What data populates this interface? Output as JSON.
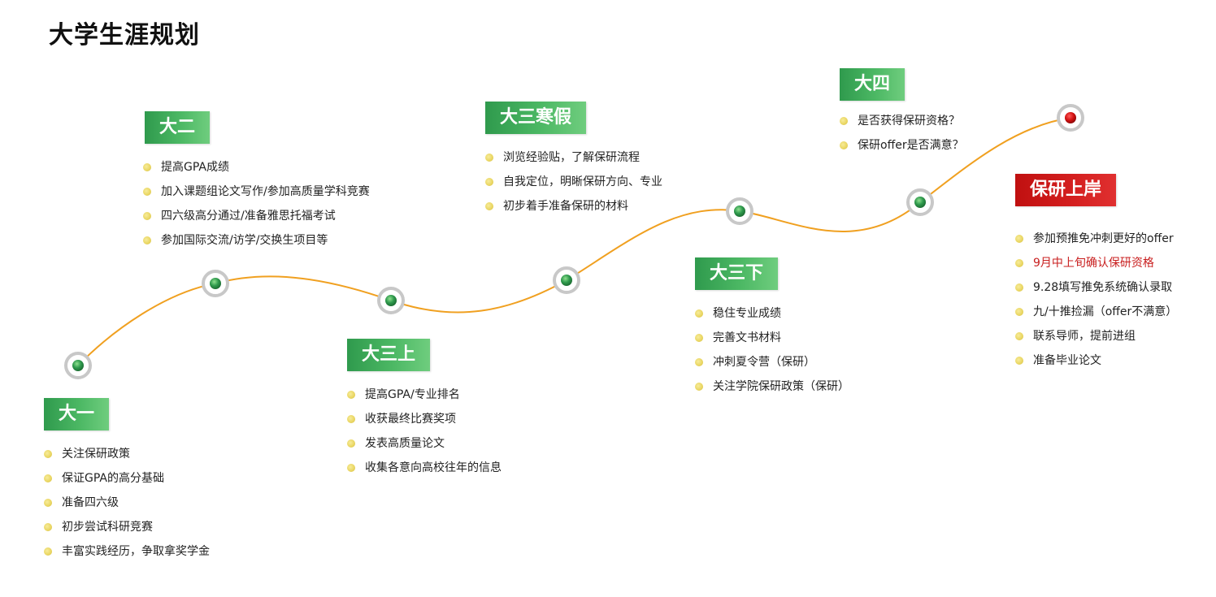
{
  "title": "大学生涯规划",
  "colors": {
    "curve": "#f0a020",
    "badge_green": "#3aa757",
    "badge_red": "#d01818",
    "node_green": "#2f9a4d",
    "node_red": "#d01010",
    "highlight_text": "#c81e1e"
  },
  "stages": [
    {
      "label": "大一",
      "items": [
        "关注保研政策",
        "保证GPA的高分基础",
        "准备四六级",
        "初步尝试科研竞赛",
        "丰富实践经历，争取拿奖学金"
      ]
    },
    {
      "label": "大二",
      "items": [
        "提高GPA成绩",
        "加入课题组论文写作/参加高质量学科竞赛",
        "四六级高分通过/准备雅思托福考试",
        "参加国际交流/访学/交换生项目等"
      ]
    },
    {
      "label": "大三上",
      "items": [
        "提高GPA/专业排名",
        "收获最终比赛奖项",
        "发表高质量论文",
        "收集各意向高校往年的信息"
      ]
    },
    {
      "label": "大三寒假",
      "items": [
        "浏览经验贴，了解保研流程",
        "自我定位，明晰保研方向、专业",
        "初步着手准备保研的材料"
      ]
    },
    {
      "label": "大三下",
      "items": [
        "稳住专业成绩",
        "完善文书材料",
        "冲刺夏令营（保研）",
        "关注学院保研政策（保研）"
      ]
    },
    {
      "label": "大四",
      "items": [
        "是否获得保研资格？",
        "保研offer是否满意？"
      ]
    },
    {
      "label": "保研上岸",
      "items": [
        "参加预推免冲刺更好的offer",
        "9月中上旬确认保研资格",
        "9.28填写推免系统确认录取",
        "九/十推捡漏（offer不满意）",
        "联系导师，提前进组",
        "准备毕业论文"
      ],
      "highlight_index": 1
    }
  ]
}
